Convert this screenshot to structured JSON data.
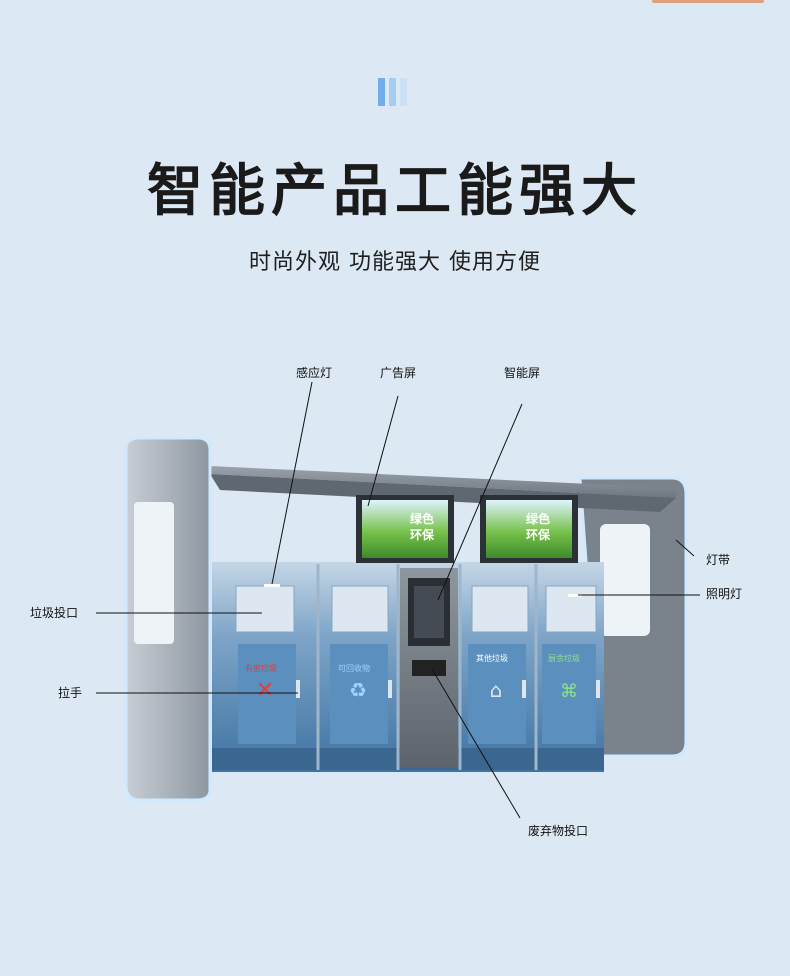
{
  "page": {
    "headline": "智能产品工能强大",
    "subtitle": "时尚外观 功能强大 使用方便"
  },
  "callouts": {
    "sensor_light": "感应灯",
    "ad_screen": "广告屏",
    "smart_screen": "智能屏",
    "light_strip": "灯带",
    "lighting": "照明灯",
    "trash_inlet": "垃圾投口",
    "handle": "拉手",
    "waste_inlet": "废弃物投口"
  },
  "screens": {
    "ad_text_line1": "绿色",
    "ad_text_line2": "环保"
  },
  "bins": {
    "hazardous": "有害垃圾",
    "recyclable": "可回收物",
    "other": "其他垃圾",
    "kitchen": "厨余垃圾"
  },
  "colors": {
    "accent_blue": "#6faee9",
    "panel_blue": "#4f86b6",
    "frame_gray": "#a9b1ba",
    "glow": "#9fd3ff"
  }
}
